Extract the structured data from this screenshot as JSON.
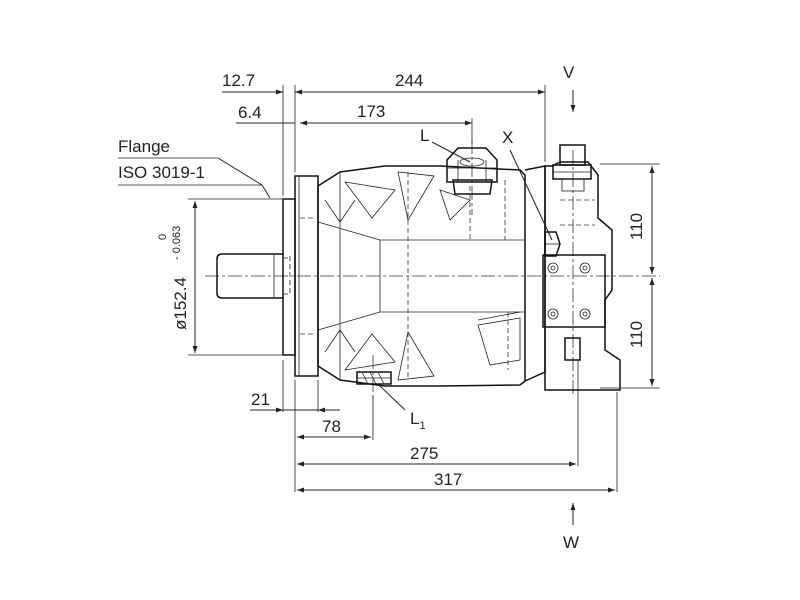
{
  "dimensions": {
    "d_12_7": "12.7",
    "d_6_4": "6.4",
    "d_244": "244",
    "d_173": "173",
    "d_110_top": "110",
    "d_110_bottom": "110",
    "d_21": "21",
    "d_78": "78",
    "d_275": "275",
    "d_317": "317",
    "diameter": "ø152.4",
    "tol_upper": "0",
    "tol_lower": "- 0.063"
  },
  "labels": {
    "flange_line1": "Flange",
    "flange_line2": "ISO 3019-1",
    "port_l": "L",
    "port_l1": "L",
    "port_l1_sub": "1",
    "port_x": "X",
    "view_v": "V",
    "view_w": "W"
  }
}
